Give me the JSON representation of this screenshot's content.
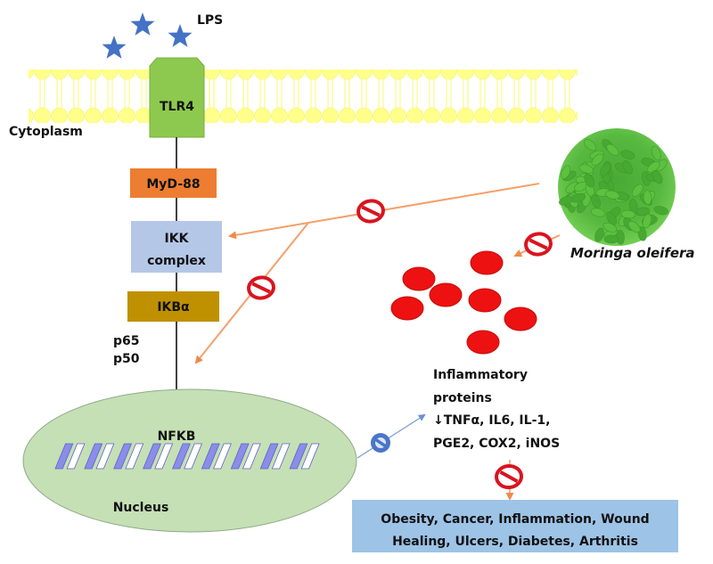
{
  "title": "Moringa oleifera anti-inflammatory pathway",
  "labels": {
    "lps": "LPS",
    "cytoplasm": "Cytoplasm",
    "tlr4": "TLR4",
    "myd88": "MyD-88",
    "ikk_line1": "IKK",
    "ikk_line2": "complex",
    "ikba": "IKBα",
    "p65": "p65",
    "p50": "p50",
    "nfkb": "NFKB",
    "nucleus": "Nucleus",
    "moringa": "Moringa oleifera",
    "inflammatory_line1": "Inflammatory",
    "inflammatory_line2": "proteins",
    "inflammatory_line3": "↓TNFα, IL6, IL-1,",
    "inflammatory_line4": "PGE2, COX2, iNOS",
    "diseases_line1": "Obesity, Cancer, Inflammation, Wound",
    "diseases_line2": "Healing, Ulcers, Diabetes, Arthritis"
  },
  "icons": {
    "lps_molecule": "star-icon",
    "inhibition": "no-symbol-icon",
    "dna": "dna-helix-icon",
    "plant": "moringa-leaves-icon"
  },
  "colors": {
    "tlr4": "#8dc94e",
    "myd88": "#ed7d31",
    "ikk": "#b4c7e7",
    "ikba": "#bf9000",
    "nucleus": "#c5e0b4",
    "membrane": "#ffff99",
    "star": "#4472c4",
    "inhibit_red": "#d9141f",
    "inhibit_blue": "#4472c4",
    "arrow_orange": "#f4a06a",
    "disease_box": "#9dc3e6",
    "cytokine_dots": "#ee1111",
    "leaves": "#4caf30"
  }
}
